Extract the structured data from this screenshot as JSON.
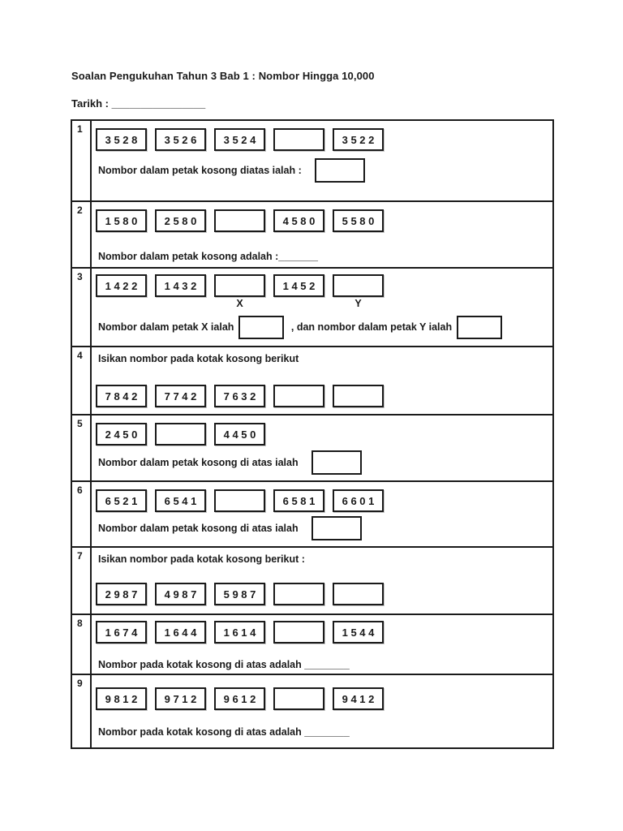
{
  "header": {
    "title": "Soalan Pengukuhan Tahun 3 Bab 1 : Nombor Hingga 10,000",
    "date_line": "Tarikh : ________________"
  },
  "questions": [
    {
      "num": "1",
      "boxes": [
        "3 5 2 8",
        "3 5 2 6",
        "3 5 2 4",
        "",
        "3 5 2 2"
      ],
      "answer_segments": [
        {
          "type": "text",
          "value": "Nombor dalam petak kosong diatas ialah :"
        },
        {
          "type": "box"
        }
      ]
    },
    {
      "num": "2",
      "boxes": [
        "1 5 8 0",
        "2 5 8 0",
        "",
        "4 5 8 0",
        "5 5 8 0"
      ],
      "answer_segments": [
        {
          "type": "text",
          "value": "Nombor dalam petak kosong adalah :_______"
        }
      ]
    },
    {
      "num": "3",
      "boxes": [
        "1 4 2 2",
        "1 4 3 2",
        "",
        "1 4 5 2",
        ""
      ],
      "box_labels": [
        "",
        "",
        "X",
        "",
        "Y"
      ],
      "answer_segments": [
        {
          "type": "text",
          "value": "Nombor dalam petak X ialah"
        },
        {
          "type": "box"
        },
        {
          "type": "text",
          "value": " , dan nombor dalam petak Y ialah"
        },
        {
          "type": "box"
        }
      ]
    },
    {
      "num": "4",
      "pre_text": "Isikan nombor pada kotak kosong berikut",
      "boxes": [
        "7 8 4 2",
        "7 7 4 2",
        "7 6 3 2",
        "",
        ""
      ]
    },
    {
      "num": "5",
      "boxes": [
        "2 4 5 0",
        "",
        "4 4 5 0"
      ],
      "answer_segments": [
        {
          "type": "text",
          "value": "Nombor dalam petak kosong di atas ialah"
        },
        {
          "type": "box"
        }
      ]
    },
    {
      "num": "6",
      "boxes": [
        "6 5 2 1",
        "6 5 4 1",
        "",
        "6 5 8 1",
        "6 6 0 1"
      ],
      "answer_segments": [
        {
          "type": "text",
          "value": "Nombor dalam petak kosong di atas ialah"
        },
        {
          "type": "box"
        }
      ]
    },
    {
      "num": "7",
      "pre_text": "Isikan nombor pada kotak kosong berikut :",
      "boxes": [
        "2 9 8 7",
        "4 9 8 7",
        "5 9 8 7",
        "",
        ""
      ]
    },
    {
      "num": "8",
      "boxes": [
        "1 6 7 4",
        "1 6 4 4",
        "1 6 1 4",
        "",
        "1 5 4 4"
      ],
      "answer_segments": [
        {
          "type": "text",
          "value": "Nombor pada kotak kosong di atas adalah ________"
        }
      ]
    },
    {
      "num": "9",
      "boxes": [
        "9 8 1 2",
        "9 7 1 2",
        "9 6 1 2",
        "",
        "9 4 1 2"
      ],
      "answer_segments": [
        {
          "type": "text",
          "value": "Nombor pada kotak kosong di atas adalah ________"
        }
      ]
    }
  ]
}
